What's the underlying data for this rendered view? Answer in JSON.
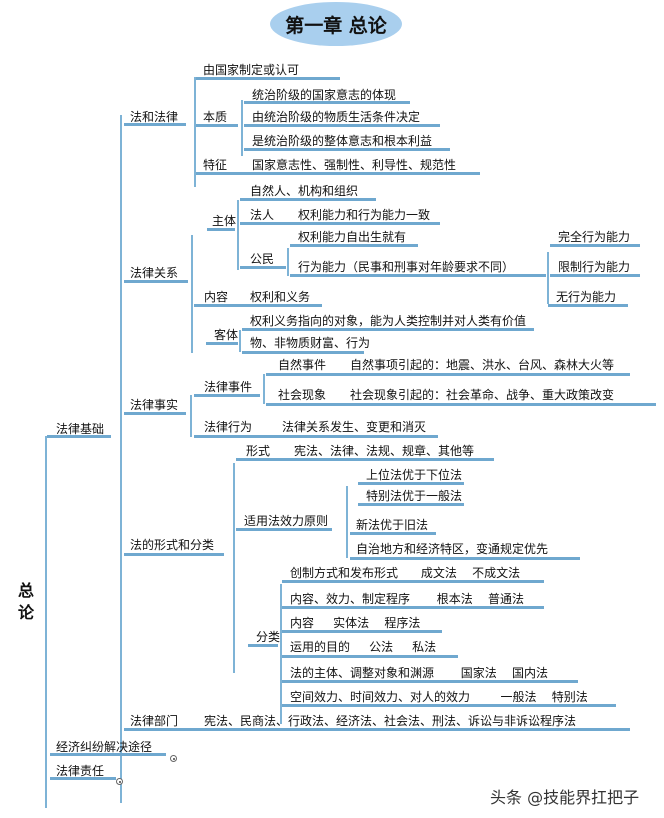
{
  "title": "第一章 总论",
  "root": "总论",
  "watermark": "头条 @技能界扛把子",
  "colors": {
    "line": "#6fa8cf",
    "title_bg": "#a9cfee"
  },
  "branches": {
    "foundation": "法律基础",
    "dispute": "经济纠纷解决途径",
    "liability": "法律责任"
  },
  "law": {
    "label": "法和法律",
    "made": "由国家制定或认可",
    "essence_label": "本质",
    "essence": [
      "统治阶级的国家意志的体现",
      "由统治阶级的物质生活条件决定",
      "是统治阶级的整体意志和根本利益"
    ],
    "feature_label": "特征",
    "feature": "国家意志性、强制性、利导性、规范性"
  },
  "relation": {
    "label": "法律关系",
    "subject_label": "主体",
    "subject_org": "自然人、机构和组织",
    "legal_person": "法人",
    "legal_person_desc": "权利能力和行为能力一致",
    "citizen": "公民",
    "citizen_right": "权利能力自出生就有",
    "citizen_capacity": "行为能力（民事和刑事对年龄要求不同）",
    "capacity_types": [
      "完全行为能力",
      "限制行为能力",
      "无行为能力"
    ],
    "content_label": "内容",
    "content": "权利和义务",
    "object_label": "客体",
    "object_def": "权利义务指向的对象，能为人类控制并对人类有价值",
    "object_items": "物、非物质财富、行为"
  },
  "fact": {
    "label": "法律事实",
    "event_label": "法律事件",
    "natural": "自然事件",
    "natural_desc": "自然事项引起的：地震、洪水、台风、森林大火等",
    "social": "社会现象",
    "social_desc": "社会现象引起的：社会革命、战争、重大政策改变",
    "act_label": "法律行为",
    "act_desc": "法律关系发生、变更和消灭"
  },
  "form": {
    "label": "法的形式和分类",
    "form_label": "形式",
    "form_desc": "宪法、法律、法规、规章、其他等",
    "principle_label": "适用法效力原则",
    "principles": [
      "上位法优于下位法",
      "特别法优于一般法",
      "新法优于旧法",
      "自治地方和经济特区，变通规定优先"
    ],
    "class_label": "分类",
    "classes": [
      "创制方式和发布形式      成文法    不成文法",
      "内容、效力、制定程序       根本法    普通法",
      "内容     实体法    程序法",
      "运用的目的     公法     私法",
      "法的主体、调整对象和渊源       国家法    国内法",
      "空间效力、时间效力、对人的效力        一般法    特别法"
    ]
  },
  "dept": {
    "label": "法律部门",
    "desc": "宪法、民商法、行政法、经济法、社会法、刑法、诉讼与非诉讼程序法"
  }
}
